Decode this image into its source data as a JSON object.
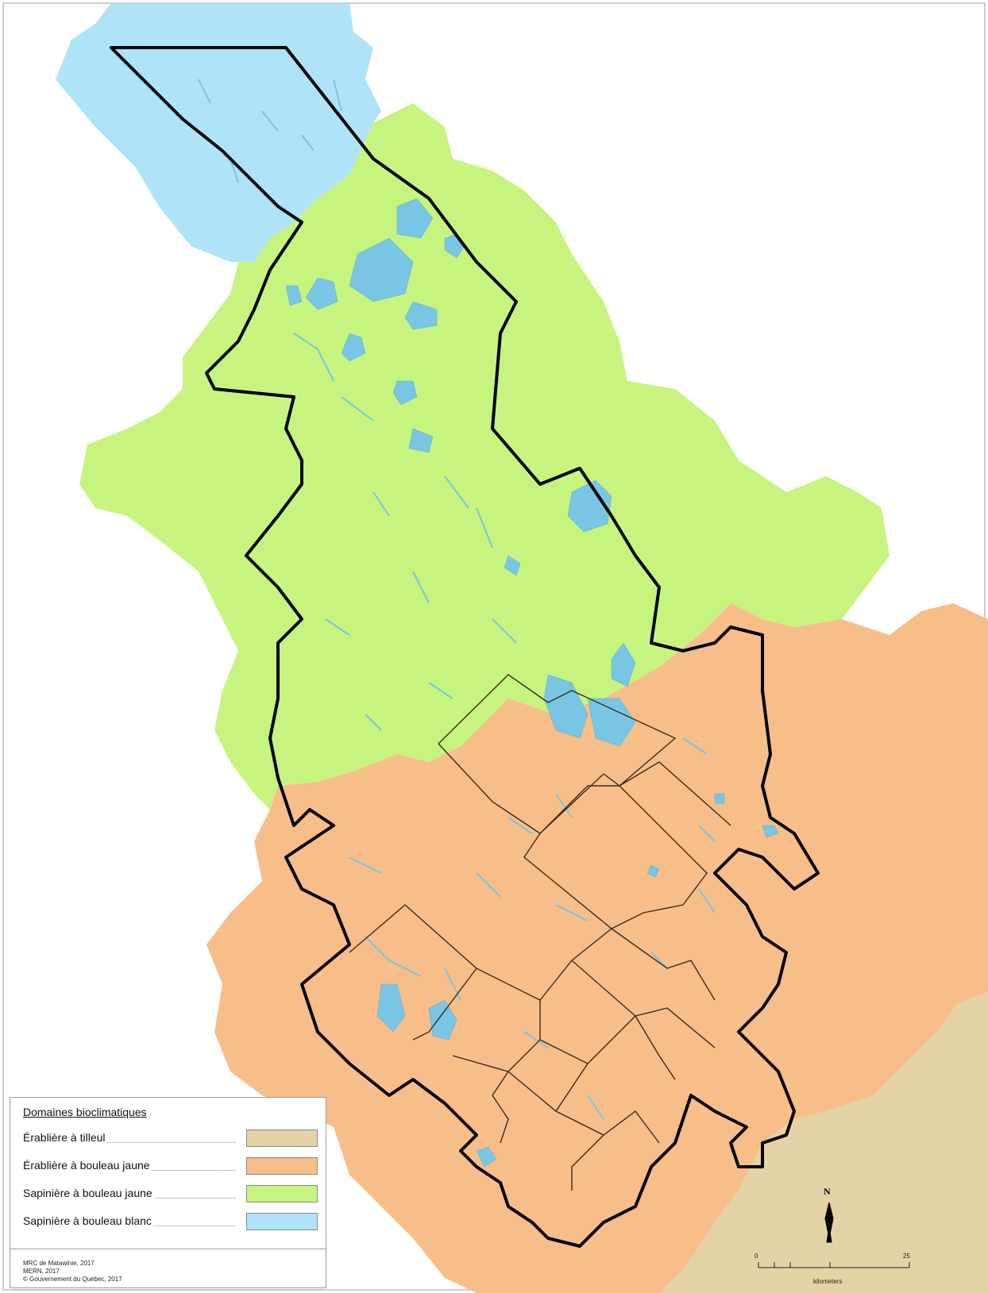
{
  "legend": {
    "title": "Domaines bioclimatiques",
    "items": [
      {
        "label": "Érablière à tilleul",
        "color": "#e3d3a7"
      },
      {
        "label": "Érablière à bouleau jaune",
        "color": "#f7be8a"
      },
      {
        "label": "Sapinière à bouleau jaune",
        "color": "#c7f47f"
      },
      {
        "label": "Sapinière à bouleau blanc",
        "color": "#aee3f8"
      }
    ]
  },
  "credits": [
    "MRC de Matawinie, 2017",
    "MERN, 2017",
    "© Gouvernement du Québec, 2017"
  ],
  "scale": {
    "start": "0",
    "end": "25",
    "unit": "kilometers"
  },
  "north": "N",
  "colors": {
    "water": "#78c6e3",
    "boundary": "#000000",
    "subdivision": "#3a2a1a"
  }
}
